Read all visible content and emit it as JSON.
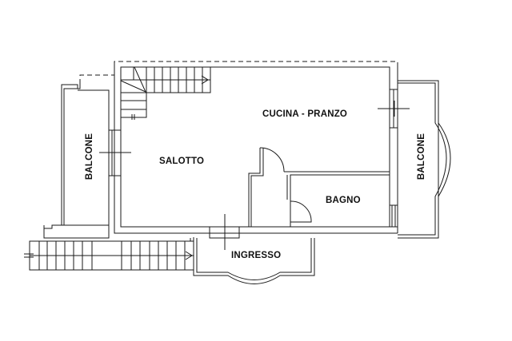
{
  "plan": {
    "line_color": "#1a1a1a",
    "background": "#ffffff",
    "rooms": [
      {
        "id": "salotto",
        "label": "SALOTTO"
      },
      {
        "id": "cucina-pranzo",
        "label": "CUCINA - PRANZO"
      },
      {
        "id": "bagno",
        "label": "BAGNO"
      },
      {
        "id": "ingresso",
        "label": "INGRESSO"
      },
      {
        "id": "balcone-left",
        "label": "BALCONE"
      },
      {
        "id": "balcone-right",
        "label": "BALCONE"
      }
    ]
  }
}
